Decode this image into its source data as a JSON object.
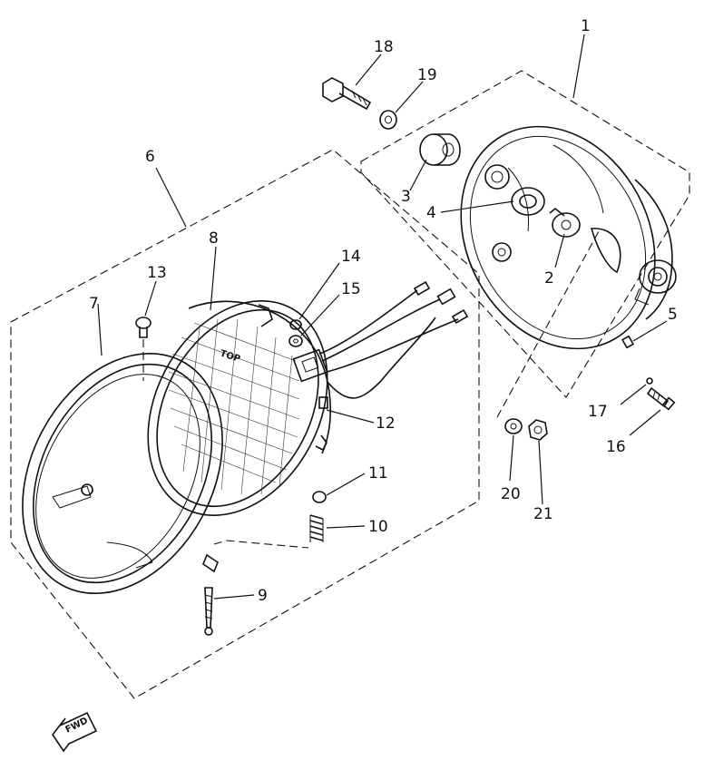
{
  "callouts": [
    {
      "id": "1",
      "text": "1"
    },
    {
      "id": "2",
      "text": "2"
    },
    {
      "id": "3",
      "text": "3"
    },
    {
      "id": "4",
      "text": "4"
    },
    {
      "id": "5",
      "text": "5"
    },
    {
      "id": "6",
      "text": "6"
    },
    {
      "id": "7",
      "text": "7"
    },
    {
      "id": "8",
      "text": "8"
    },
    {
      "id": "9",
      "text": "9"
    },
    {
      "id": "10",
      "text": "10"
    },
    {
      "id": "11",
      "text": "11"
    },
    {
      "id": "12",
      "text": "12"
    },
    {
      "id": "13",
      "text": "13"
    },
    {
      "id": "14",
      "text": "14"
    },
    {
      "id": "15",
      "text": "15"
    },
    {
      "id": "16",
      "text": "16"
    },
    {
      "id": "17",
      "text": "17"
    },
    {
      "id": "18",
      "text": "18"
    },
    {
      "id": "19",
      "text": "19"
    },
    {
      "id": "20",
      "text": "20"
    },
    {
      "id": "21",
      "text": "21"
    }
  ],
  "lens_marking": "TOP",
  "direction_arrow": {
    "text": "FWD",
    "icon": "forward-arrow-icon"
  }
}
